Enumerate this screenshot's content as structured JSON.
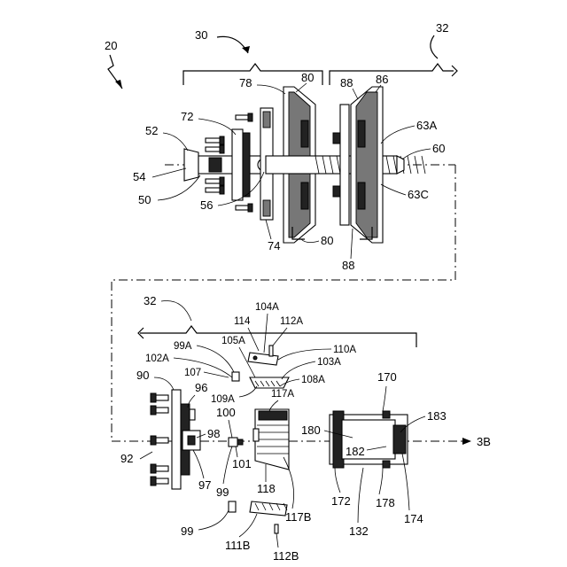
{
  "figure": {
    "assembly_ref": "20",
    "group_upper": "30",
    "group_right": "32",
    "group_lower": "32",
    "exit_arrow": "3B"
  },
  "callouts": {
    "n52": "52",
    "n54": "54",
    "n50": "50",
    "n72": "72",
    "n56": "56",
    "n78": "78",
    "n80a": "80",
    "n80b": "80",
    "n74": "74",
    "n88a": "88",
    "n86": "86",
    "n88b": "88",
    "n63A": "63A",
    "n60": "60",
    "n63C": "63C",
    "n114": "114",
    "n104A": "104A",
    "n112A": "112A",
    "n99A": "99A",
    "n105A": "105A",
    "n110A": "110A",
    "n102A": "102A",
    "n103A": "103A",
    "n107": "107",
    "n108A": "108A",
    "n90": "90",
    "n96": "96",
    "n109A": "109A",
    "n117A": "117A",
    "n100": "100",
    "n98": "98",
    "n92": "92",
    "n101": "101",
    "n97": "97",
    "n99a": "99",
    "n118": "118",
    "n117B": "117B",
    "n99b": "99",
    "n111B": "111B",
    "n112B": "112B",
    "n170": "170",
    "n180": "180",
    "n183": "183",
    "n182": "182",
    "n172": "172",
    "n178": "178",
    "n174": "174",
    "n132": "132"
  }
}
